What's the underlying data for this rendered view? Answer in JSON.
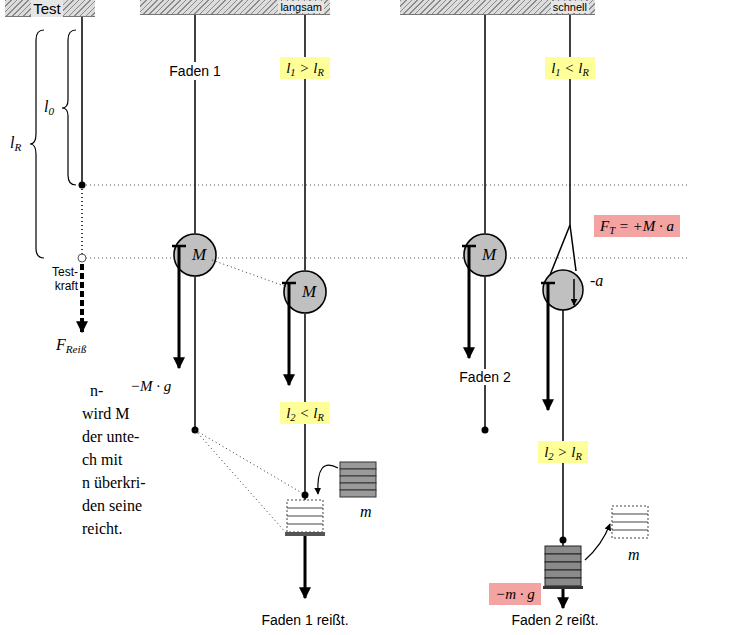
{
  "diagram": {
    "nodes": [
      {
        "text": [
          "Test"
        ]
      },
      {
        "text": [
          "langsam"
        ]
      },
      {
        "text": [
          "schnell"
        ]
      },
      {
        "text": [
          "M"
        ]
      },
      {
        "text": [
          "l1 > lR"
        ]
      },
      {
        "text": [
          "M"
        ]
      },
      {
        "text": [
          "l2 < lR"
        ]
      },
      {
        "text": [
          "M"
        ]
      },
      {
        "text": [
          "l1 < lR"
        ]
      },
      {
        "text": [
          "FT = +M · a"
        ]
      },
      {
        "text": [
          "l2 > lR"
        ]
      },
      {
        "text": [
          "−m · g"
        ]
      }
    ],
    "edges": [
      {
        "from": 1,
        "to": 3,
        "arrow": "none",
        "label": "Faden 1"
      },
      {
        "from": 1,
        "to": 4,
        "arrow": "none"
      },
      {
        "from": 4,
        "to": 5,
        "arrow": "none"
      },
      {
        "from": 5,
        "to": 6,
        "arrow": "none"
      },
      {
        "from": 2,
        "to": 7,
        "arrow": "none"
      },
      {
        "from": 2,
        "to": 8,
        "arrow": "none"
      }
    ],
    "labels": [
      "l0",
      "lR",
      "Test- kraft",
      "FReiß",
      "−M · g",
      "m",
      "Faden 1 reißt.",
      "Faden 2",
      "-a",
      "m",
      "Faden 2 reißt.",
      "n-",
      "wird M",
      "der unte-",
      "ch mit",
      "n überkri-",
      "den seine",
      "reicht."
    ]
  }
}
